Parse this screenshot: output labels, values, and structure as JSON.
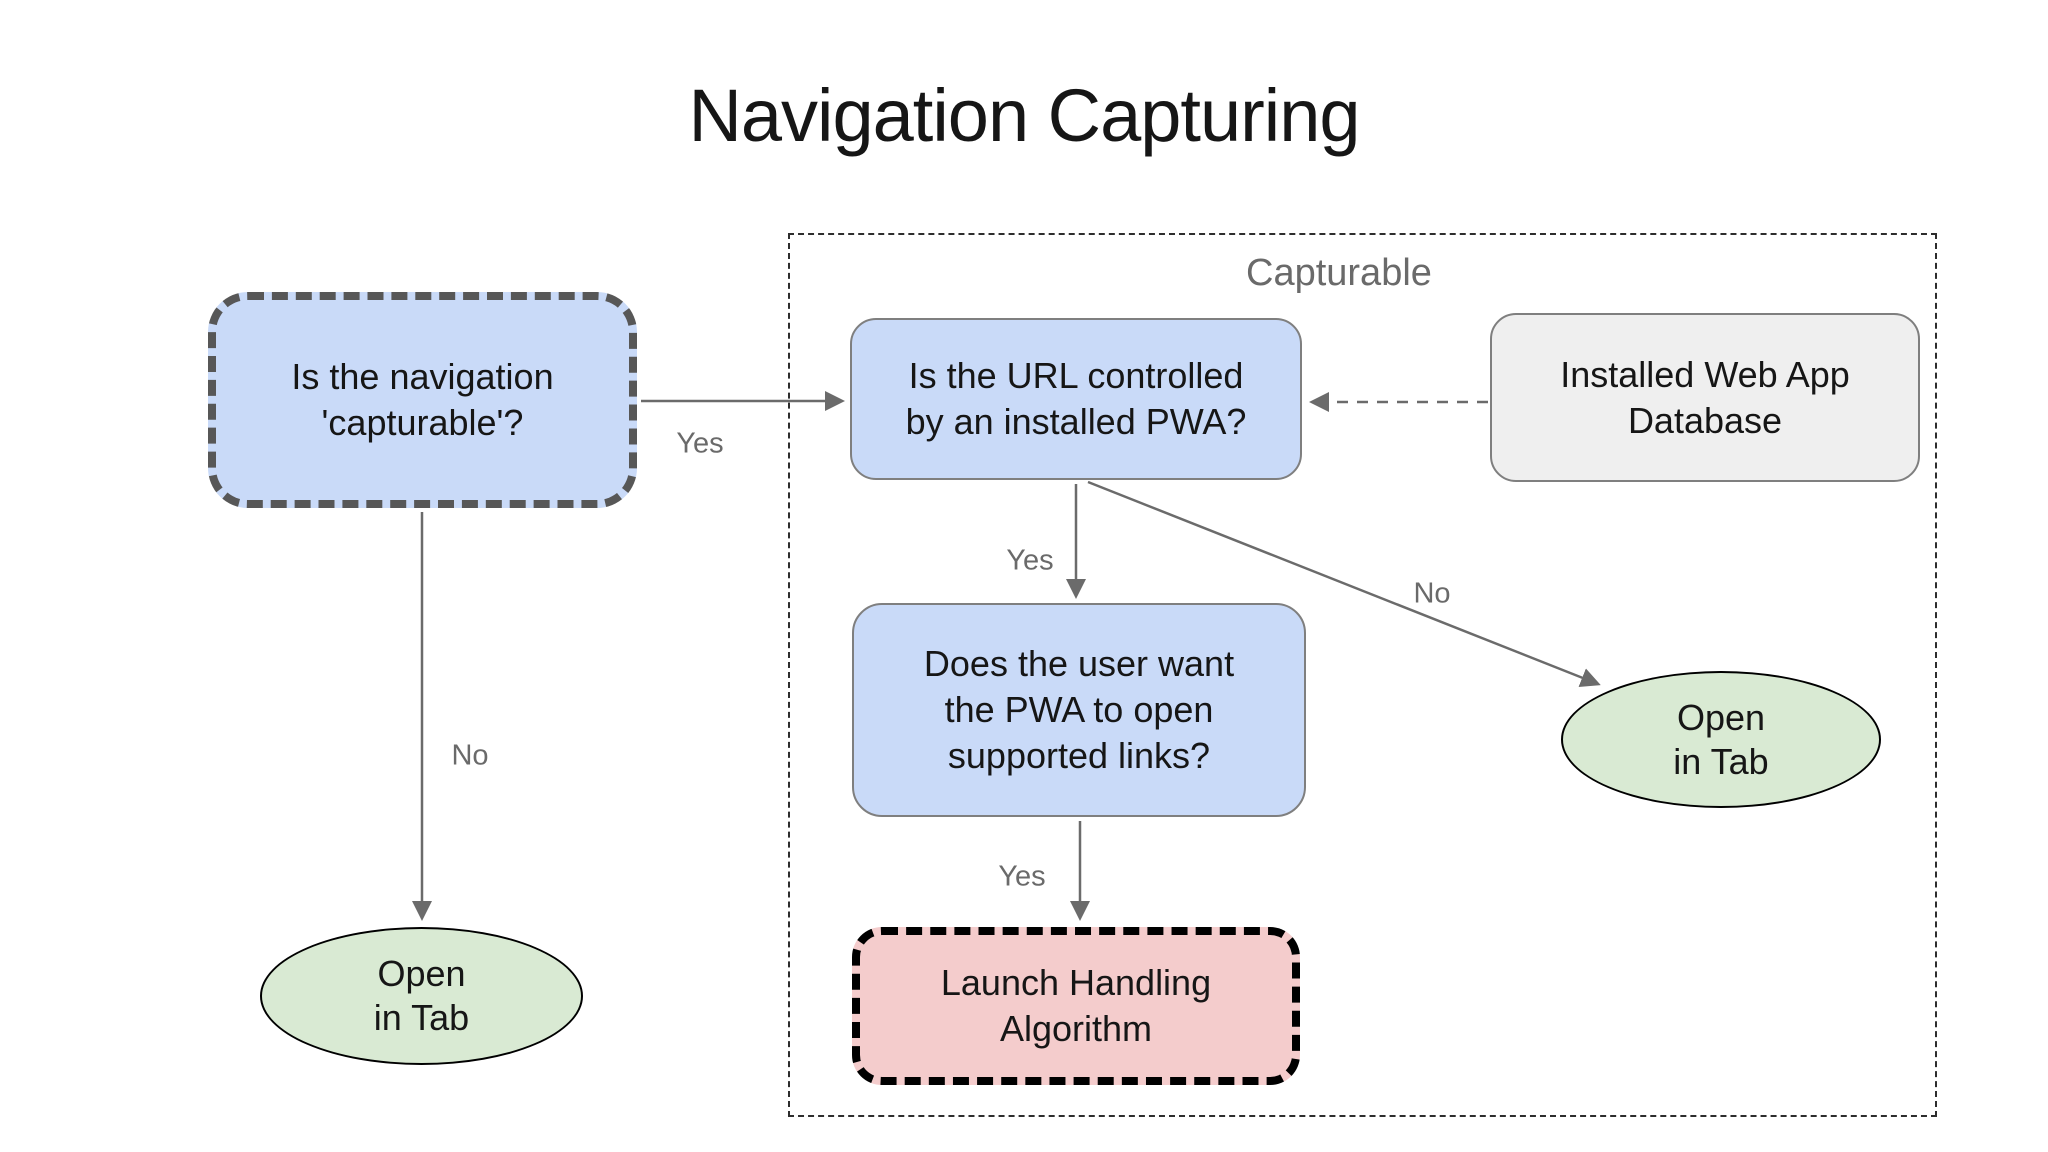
{
  "title": "Navigation Capturing",
  "group": {
    "label": "Capturable"
  },
  "nodes": {
    "capturable_question": "Is the navigation\n'capturable'?",
    "url_question": "Is the URL controlled\nby an installed PWA?",
    "database": "Installed Web App\nDatabase",
    "links_question": "Does the user want\nthe PWA to open\nsupported links?",
    "launch_handling": "Launch Handling\nAlgorithm",
    "open_in_tab_left": "Open\nin Tab",
    "open_in_tab_right": "Open\nin Tab"
  },
  "edges": {
    "capturable_yes": "Yes",
    "capturable_no": "No",
    "url_yes": "Yes",
    "url_no": "No",
    "links_yes": "Yes"
  },
  "colors": {
    "blue_fill": "#c9daf8",
    "green_fill": "#d9ead3",
    "pink_fill": "#f4cccc",
    "gray_fill": "#efefef",
    "node_border_gray": "#7f7f7f",
    "dashed_border_dark": "#575757",
    "edge_gray": "#6b6b6b",
    "label_gray": "#6a6a6a",
    "title_color": "#161616"
  }
}
